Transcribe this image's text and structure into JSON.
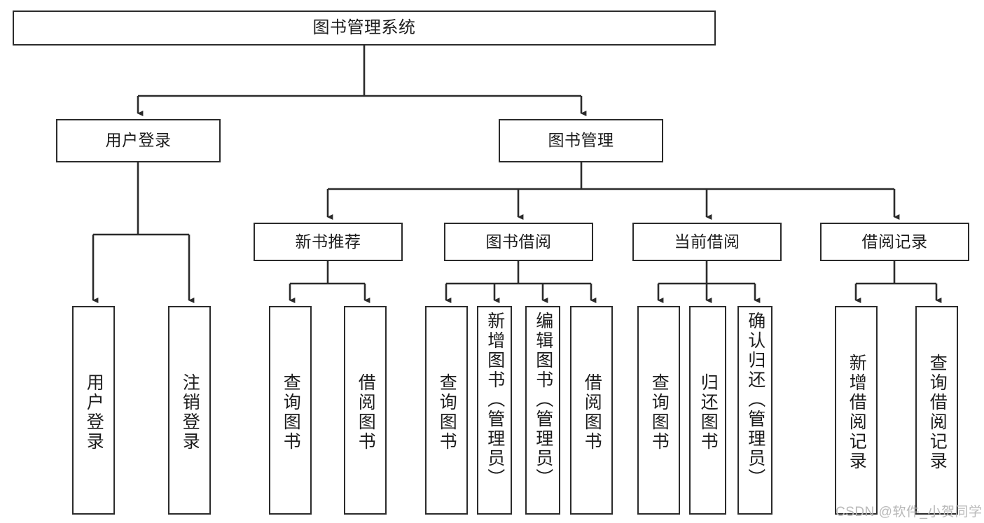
{
  "diagram": {
    "title": "图书管理系统",
    "type": "tree-hierarchy-diagram",
    "colors": {
      "box_border": "#2b2b2b",
      "box_fill": "#ffffff",
      "edge": "#2b2b2b",
      "text": "#1c1c1c",
      "watermark": "#b9b9b9",
      "background": "#ffffff"
    },
    "watermark": "CSDN @软件_小贺同学",
    "nodes": {
      "root": {
        "label": "图书管理系统"
      },
      "level1": [
        {
          "label": "用户登录"
        },
        {
          "label": "图书管理"
        }
      ],
      "level2": [
        {
          "label": "新书推荐"
        },
        {
          "label": "图书借阅"
        },
        {
          "label": "当前借阅"
        },
        {
          "label": "借阅记录"
        }
      ],
      "leaves_user_login": [
        {
          "label": "用户登录"
        },
        {
          "label": "注销登录"
        }
      ],
      "leaves_new_book": [
        {
          "label": "查询图书"
        },
        {
          "label": "借阅图书"
        }
      ],
      "leaves_borrow": [
        {
          "label": "查询图书"
        },
        {
          "label": "新增图书（管理员）"
        },
        {
          "label": "编辑图书（管理员）"
        },
        {
          "label": "借阅图书"
        }
      ],
      "leaves_current": [
        {
          "label": "查询图书"
        },
        {
          "label": "归还图书"
        },
        {
          "label": "确认归还（管理员）"
        }
      ],
      "leaves_records": [
        {
          "label": "新增借阅记录"
        },
        {
          "label": "查询借阅记录"
        }
      ]
    }
  }
}
